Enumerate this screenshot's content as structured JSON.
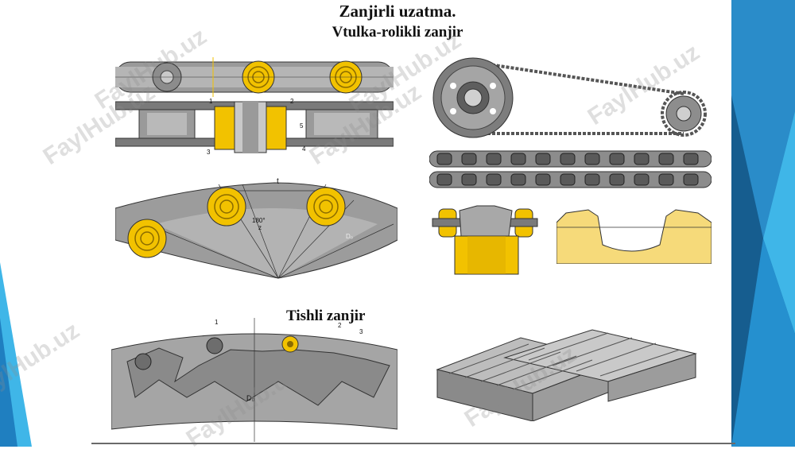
{
  "slide": {
    "title_line1": "Zanjirli  uzatma.",
    "title_line2": "Vtulka-rolikli zanjir",
    "subtitle_tooth_chain": "Tishli zanjir"
  },
  "labels": {
    "pitch": "t",
    "angle": "180°",
    "angle_den": "z",
    "diameter_top": "D₀",
    "diameter_bottom": "D₀",
    "part_1": "1",
    "part_2": "2",
    "part_3": "3",
    "part_4": "4",
    "part_5": "5",
    "tooth_1": "1",
    "tooth_2": "2",
    "tooth_3": "3"
  },
  "watermarks": [
    "FaylHub.uz",
    "FaylHub.uz",
    "FaylHub.uz",
    "FaylHub.uz",
    "FaylHub.uz",
    "FaylHub.uz",
    "FaylHub.uz",
    "FaylHub.uz"
  ],
  "colors": {
    "accent_yellow": "#f2c200",
    "steel": "#8a8a8a",
    "steel_dark": "#4a4a4a",
    "deco_blue": "#2a9fd6",
    "deco_dark": "#1a5f91"
  }
}
